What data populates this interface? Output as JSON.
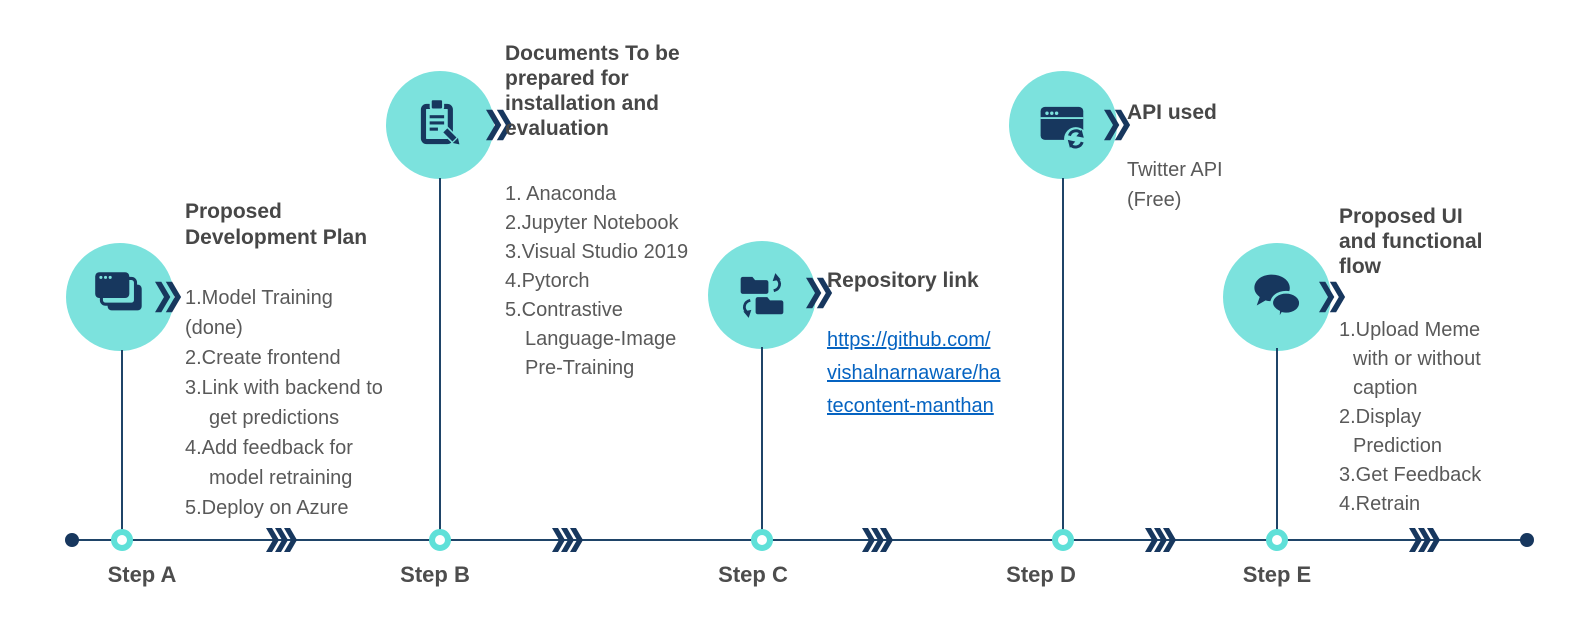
{
  "colors": {
    "circle_teal": "#7CE2DD",
    "ring_teal": "#5FE0D8",
    "icon_navy": "#17375E",
    "timeline_navy": "#1F4468",
    "title_gray": "#474747",
    "body_gray": "#595959",
    "label_gray": "#4D4D4D",
    "link_blue": "#0563C1",
    "background": "#FFFFFF"
  },
  "steps": [
    {
      "label": "Step A",
      "icon": "stacked-windows-icon",
      "title": "Proposed\nDevelopment Plan",
      "body_lines": [
        {
          "text": "1.Model Training",
          "indent": 0
        },
        {
          "text": "(done)",
          "indent": 0
        },
        {
          "text": "2.Create frontend",
          "indent": 0
        },
        {
          "text": "3.Link with backend to",
          "indent": 0
        },
        {
          "text": "get predictions",
          "indent": 1
        },
        {
          "text": "4.Add feedback for",
          "indent": 0
        },
        {
          "text": "model retraining",
          "indent": 1
        },
        {
          "text": "5.Deploy on Azure",
          "indent": 0
        }
      ]
    },
    {
      "label": "Step B",
      "icon": "clipboard-pencil-icon",
      "title": "Documents To be\nprepared for\ninstallation and\nevaluation",
      "body_lines": [
        {
          "text": "1. Anaconda",
          "indent": 0
        },
        {
          "text": "2.Jupyter Notebook",
          "indent": 0
        },
        {
          "text": "3.Visual Studio 2019",
          "indent": 0
        },
        {
          "text": "4.Pytorch",
          "indent": 0
        },
        {
          "text": "5.Contrastive",
          "indent": 0
        },
        {
          "text": "Language-Image",
          "indent": 1
        },
        {
          "text": "Pre-Training",
          "indent": 1
        }
      ]
    },
    {
      "label": "Step C",
      "icon": "folders-sync-icon",
      "title": "Repository link",
      "link_text": "https://github.com/\nvishalnarnaware/ha\ntecontent-manthan"
    },
    {
      "label": "Step D",
      "icon": "window-refresh-icon",
      "title": "API used",
      "body_lines": [
        {
          "text": "Twitter API",
          "indent": 0
        },
        {
          "text": "(Free)",
          "indent": 0
        }
      ]
    },
    {
      "label": "Step E",
      "icon": "chat-bubbles-icon",
      "title": "Proposed UI\nand functional\nflow",
      "body_lines": [
        {
          "text": "1.Upload Meme",
          "indent": 0
        },
        {
          "text": "with or without",
          "indent": 1
        },
        {
          "text": "caption",
          "indent": 1
        },
        {
          "text": "2.Display",
          "indent": 0
        },
        {
          "text": "Prediction",
          "indent": 1
        },
        {
          "text": "3.Get Feedback",
          "indent": 0
        },
        {
          "text": "4.Retrain",
          "indent": 0
        }
      ]
    }
  ]
}
